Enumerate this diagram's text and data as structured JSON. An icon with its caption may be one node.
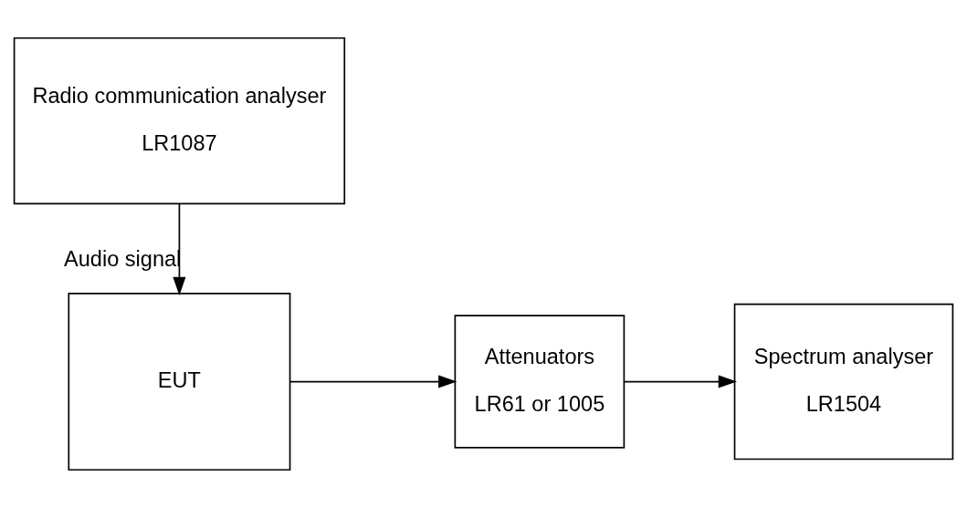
{
  "diagram": {
    "nodes": [
      {
        "text": [
          "EUT"
        ]
      },
      {
        "text": [
          "Attenuators",
          "LR61 or 1005"
        ]
      },
      {
        "text": [
          "Spectrum analyser",
          "LR1504"
        ]
      },
      {
        "text": [
          "Radio communication analyser",
          "LR1087"
        ]
      }
    ],
    "edges": [
      {
        "from": 0,
        "to": 1,
        "arrow": "to"
      },
      {
        "from": 1,
        "to": 2,
        "arrow": "to"
      },
      {
        "from": 3,
        "to": 0,
        "arrow": "to",
        "label": "Audio signal"
      }
    ]
  }
}
